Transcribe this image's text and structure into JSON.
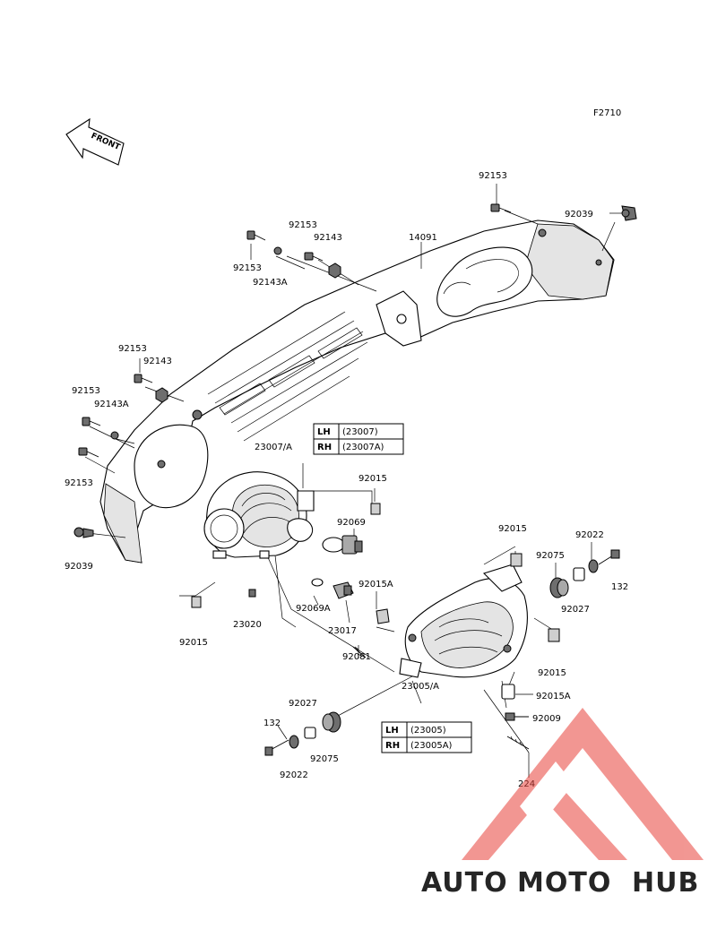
{
  "figure_code": "F2710",
  "front_indicator": "FRONT",
  "callouts": {
    "c_92153_top": "92153",
    "c_92039_top": "92039",
    "c_92153_a": "92153",
    "c_92143_a": "92143",
    "c_14091": "14091",
    "c_92153_b": "92153",
    "c_92143A_a": "92143A",
    "c_92153_c": "92153",
    "c_92143_b": "92143",
    "c_92153_d": "92153",
    "c_92143A_b": "92143A",
    "c_92153_e": "92153",
    "c_92039_left": "92039",
    "c_23007A": "23007/A",
    "c_92015_a": "92015",
    "c_92069": "92069",
    "c_92015_b": "92015",
    "c_23020": "23020",
    "c_92069A": "92069A",
    "c_92015A_a": "92015A",
    "c_23017": "23017",
    "c_92081": "92081",
    "c_92015_c": "92015",
    "c_92022_a": "92022",
    "c_132_a": "132",
    "c_92075_a": "92075",
    "c_92027_a": "92027",
    "c_92015_d": "92015",
    "c_92015A_b": "92015A",
    "c_92009": "92009",
    "c_23005A": "23005/A",
    "c_92027_b": "92027",
    "c_132_b": "132",
    "c_92075_b": "92075",
    "c_92022_b": "92022",
    "c_224": "224"
  },
  "variant_table_upper": [
    {
      "side": "LH",
      "part": "(23007)"
    },
    {
      "side": "RH",
      "part": "(23007A)"
    }
  ],
  "variant_table_lower": [
    {
      "side": "LH",
      "part": "(23005)"
    },
    {
      "side": "RH",
      "part": "(23005A)"
    }
  ],
  "watermark": {
    "part1": "AUTO",
    "part2": "MOTO",
    "part3": "HUB",
    "colors": {
      "auto": "#f2b24a",
      "moto": "#e8413a",
      "hub": "#8a8a8a",
      "logo": "#e8413a"
    }
  }
}
